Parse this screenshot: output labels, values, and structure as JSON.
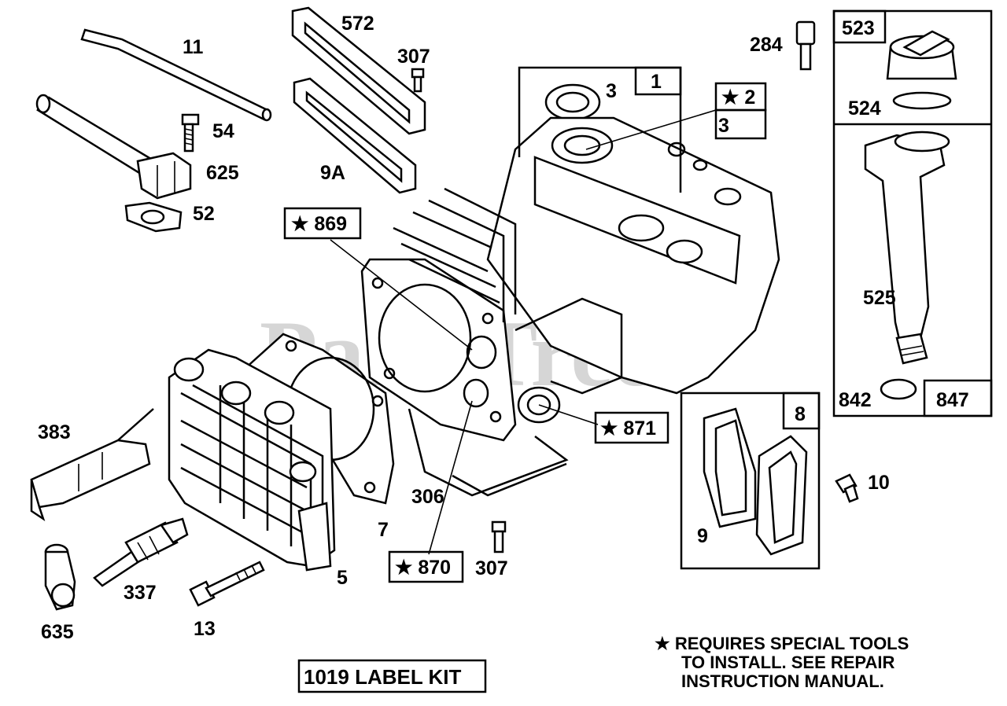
{
  "diagram": {
    "watermark": "PartsTree",
    "parts": {
      "p11": "11",
      "p572": "572",
      "p307a": "307",
      "p284": "284",
      "p523": "523",
      "p54": "54",
      "p625": "625",
      "p52": "52",
      "p9a": "9A",
      "p3a": "3",
      "p1": "1",
      "p2": "★ 2",
      "p3b": "3",
      "p524": "524",
      "p869": "★ 869",
      "p525": "525",
      "p842": "842",
      "p847": "847",
      "p871": "★ 871",
      "p8": "8",
      "p10": "10",
      "p383": "383",
      "p306": "306",
      "p7": "7",
      "p9": "9",
      "p870": "★ 870",
      "p307b": "307",
      "p5": "5",
      "p337": "337",
      "p635": "635",
      "p13": "13"
    },
    "note": {
      "line1": "★ REQUIRES SPECIAL TOOLS",
      "line2": "TO INSTALL.  SEE REPAIR",
      "line3": "INSTRUCTION MANUAL."
    },
    "label_kit": "1019 LABEL KIT"
  }
}
